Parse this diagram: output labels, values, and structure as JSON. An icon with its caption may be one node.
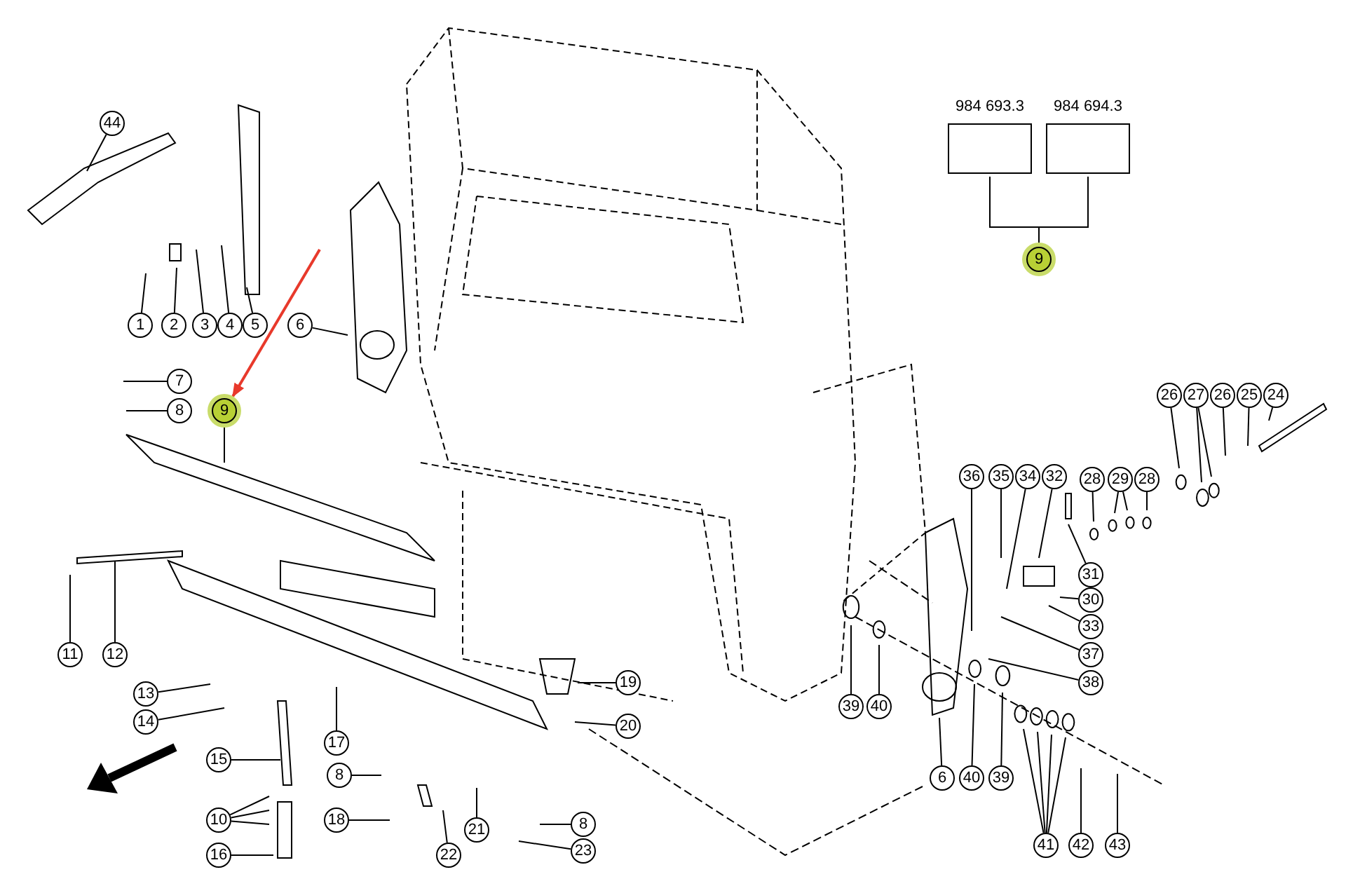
{
  "diagram": {
    "nodes": [
      {
        "text": [
          "44"
        ]
      },
      {
        "text": [
          "984 693.3"
        ]
      },
      {
        "text": [
          "984 694.3"
        ]
      },
      {
        "text": [
          "1"
        ]
      },
      {
        "text": [
          "2"
        ]
      },
      {
        "text": [
          "3"
        ]
      },
      {
        "text": [
          "4"
        ]
      },
      {
        "text": [
          "5"
        ]
      },
      {
        "text": [
          "6"
        ]
      },
      {
        "text": [
          "9"
        ]
      },
      {
        "text": [
          "7"
        ]
      },
      {
        "text": [
          "8"
        ]
      },
      {
        "text": [
          "9"
        ]
      },
      {
        "text": [
          "26"
        ]
      },
      {
        "text": [
          "27"
        ]
      },
      {
        "text": [
          "26"
        ]
      },
      {
        "text": [
          "25"
        ]
      },
      {
        "text": [
          "24"
        ]
      },
      {
        "text": [
          "28"
        ]
      },
      {
        "text": [
          "29"
        ]
      },
      {
        "text": [
          "28"
        ]
      },
      {
        "text": [
          "36"
        ]
      },
      {
        "text": [
          "35"
        ]
      },
      {
        "text": [
          "34"
        ]
      },
      {
        "text": [
          "32"
        ]
      },
      {
        "text": [
          "31"
        ]
      },
      {
        "text": [
          "30"
        ]
      },
      {
        "text": [
          "11"
        ]
      },
      {
        "text": [
          "12"
        ]
      },
      {
        "text": [
          "33"
        ]
      },
      {
        "text": [
          "39"
        ]
      },
      {
        "text": [
          "40"
        ]
      },
      {
        "text": [
          "37"
        ]
      },
      {
        "text": [
          "38"
        ]
      },
      {
        "text": [
          "19"
        ]
      },
      {
        "text": [
          "13"
        ]
      },
      {
        "text": [
          "14"
        ]
      },
      {
        "text": [
          "17"
        ]
      },
      {
        "text": [
          "20"
        ]
      },
      {
        "text": [
          "15"
        ]
      },
      {
        "text": [
          "8"
        ]
      },
      {
        "text": [
          "6"
        ]
      },
      {
        "text": [
          "40"
        ]
      },
      {
        "text": [
          "39"
        ]
      },
      {
        "text": [
          "10"
        ]
      },
      {
        "text": [
          "18"
        ]
      },
      {
        "text": [
          "21"
        ]
      },
      {
        "text": [
          "8"
        ]
      },
      {
        "text": [
          "22"
        ]
      },
      {
        "text": [
          "23"
        ]
      },
      {
        "text": [
          "41"
        ]
      },
      {
        "text": [
          "42"
        ]
      },
      {
        "text": [
          "43"
        ]
      },
      {
        "text": [
          "16"
        ]
      }
    ],
    "edges": [
      {
        "from": 0,
        "to": null,
        "arrow": "none"
      },
      {
        "from": 1,
        "to": 9,
        "arrow": "none"
      },
      {
        "from": 2,
        "to": 9,
        "arrow": "none"
      },
      {
        "from": 3,
        "to": null,
        "arrow": "none"
      },
      {
        "from": 4,
        "to": null,
        "arrow": "none"
      },
      {
        "from": 5,
        "to": null,
        "arrow": "none"
      },
      {
        "from": 6,
        "to": null,
        "arrow": "none"
      },
      {
        "from": 7,
        "to": null,
        "arrow": "none"
      },
      {
        "from": 8,
        "to": null,
        "arrow": "none"
      },
      {
        "from": 10,
        "to": null,
        "arrow": "none"
      },
      {
        "from": 11,
        "to": null,
        "arrow": "none"
      },
      {
        "from": 12,
        "to": null,
        "arrow": "none"
      },
      {
        "from": null,
        "to": 12,
        "arrow": "to",
        "color": "#e8392b"
      },
      {
        "from": 13,
        "to": null,
        "arrow": "none"
      },
      {
        "from": 14,
        "to": null,
        "arrow": "none"
      },
      {
        "from": 14,
        "to": null,
        "arrow": "none"
      },
      {
        "from": 15,
        "to": null,
        "arrow": "none"
      },
      {
        "from": 16,
        "to": null,
        "arrow": "none"
      },
      {
        "from": 17,
        "to": null,
        "arrow": "none"
      },
      {
        "from": 18,
        "to": null,
        "arrow": "none"
      },
      {
        "from": 19,
        "to": null,
        "arrow": "none"
      },
      {
        "from": 19,
        "to": null,
        "arrow": "none"
      },
      {
        "from": 20,
        "to": null,
        "arrow": "none"
      },
      {
        "from": 21,
        "to": null,
        "arrow": "none"
      },
      {
        "from": 22,
        "to": null,
        "arrow": "none"
      },
      {
        "from": 23,
        "to": null,
        "arrow": "none"
      },
      {
        "from": 24,
        "to": null,
        "arrow": "none"
      },
      {
        "from": 25,
        "to": null,
        "arrow": "none"
      },
      {
        "from": 26,
        "to": null,
        "arrow": "none"
      },
      {
        "from": 27,
        "to": null,
        "arrow": "none"
      },
      {
        "from": 28,
        "to": null,
        "arrow": "none"
      },
      {
        "from": 29,
        "to": null,
        "arrow": "none"
      },
      {
        "from": 30,
        "to": null,
        "arrow": "none"
      },
      {
        "from": 31,
        "to": null,
        "arrow": "none"
      },
      {
        "from": 32,
        "to": null,
        "arrow": "none"
      },
      {
        "from": 33,
        "to": null,
        "arrow": "none"
      },
      {
        "from": 34,
        "to": null,
        "arrow": "none"
      },
      {
        "from": 35,
        "to": null,
        "arrow": "none"
      },
      {
        "from": 36,
        "to": null,
        "arrow": "none"
      },
      {
        "from": 37,
        "to": null,
        "arrow": "none"
      },
      {
        "from": 38,
        "to": null,
        "arrow": "none"
      },
      {
        "from": 39,
        "to": null,
        "arrow": "none"
      },
      {
        "from": 40,
        "to": null,
        "arrow": "none"
      },
      {
        "from": 41,
        "to": null,
        "arrow": "none"
      },
      {
        "from": 42,
        "to": null,
        "arrow": "none"
      },
      {
        "from": 43,
        "to": null,
        "arrow": "none"
      },
      {
        "from": 44,
        "to": null,
        "arrow": "none"
      },
      {
        "from": 44,
        "to": null,
        "arrow": "none"
      },
      {
        "from": 44,
        "to": null,
        "arrow": "none"
      },
      {
        "from": 45,
        "to": null,
        "arrow": "none"
      },
      {
        "from": 46,
        "to": null,
        "arrow": "none"
      },
      {
        "from": 47,
        "to": null,
        "arrow": "none"
      },
      {
        "from": 48,
        "to": null,
        "arrow": "none"
      },
      {
        "from": 49,
        "to": null,
        "arrow": "none"
      },
      {
        "from": 50,
        "to": null,
        "arrow": "none"
      },
      {
        "from": 50,
        "to": null,
        "arrow": "none"
      },
      {
        "from": 50,
        "to": null,
        "arrow": "none"
      },
      {
        "from": 50,
        "to": null,
        "arrow": "none"
      },
      {
        "from": 51,
        "to": null,
        "arrow": "none"
      },
      {
        "from": 52,
        "to": null,
        "arrow": "none"
      },
      {
        "from": 53,
        "to": null,
        "arrow": "none"
      }
    ]
  }
}
